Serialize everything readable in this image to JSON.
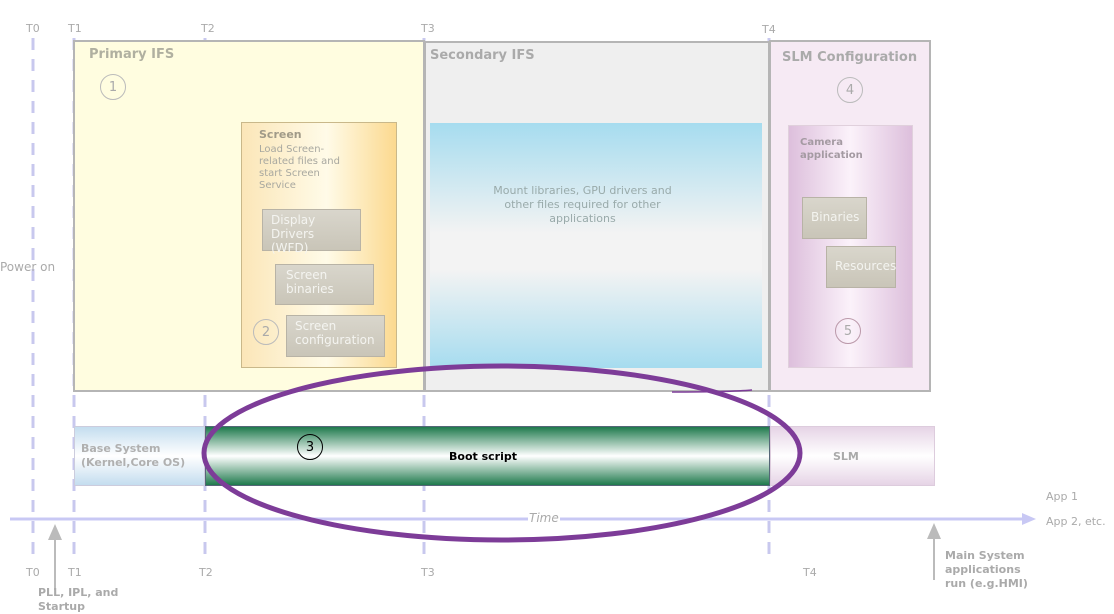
{
  "time_markers_top": [
    "T0",
    "T1",
    "T2",
    "T3",
    "T4"
  ],
  "time_markers_bottom": [
    "T0",
    "T1",
    "T2",
    "T3",
    "T4"
  ],
  "power_on": "Power on",
  "primary_ifs": {
    "title": "Primary IFS",
    "step": "1",
    "screen": {
      "title": "Screen",
      "desc": "Load Screen-related files and start Screen Service",
      "step": "2",
      "items": [
        "Display Drivers (WFD)",
        "Screen binaries",
        "Screen configuration"
      ]
    }
  },
  "secondary_ifs": {
    "title": "Secondary IFS",
    "desc": "Mount libraries, GPU drivers and other files  required for other applications"
  },
  "slm_config": {
    "title": "SLM Configuration",
    "step": "4",
    "camera": {
      "title": "Camera application",
      "items": [
        "Binaries",
        "Resources"
      ],
      "step": "5"
    }
  },
  "bars": {
    "base": "Base System (Kernel,Core OS)",
    "boot": "Boot script",
    "boot_step": "3",
    "slm": "SLM"
  },
  "axis": {
    "label": "Time",
    "app1": "App 1",
    "app2": "App 2, etc."
  },
  "annotations": {
    "startup": "PLL, IPL, and Startup",
    "main": "Main System applications run (e.g.HMI)"
  },
  "colors": {
    "highlight": "#7d3c98",
    "boot_green": "#1f7a4d",
    "axis": "#c8c8f4"
  }
}
